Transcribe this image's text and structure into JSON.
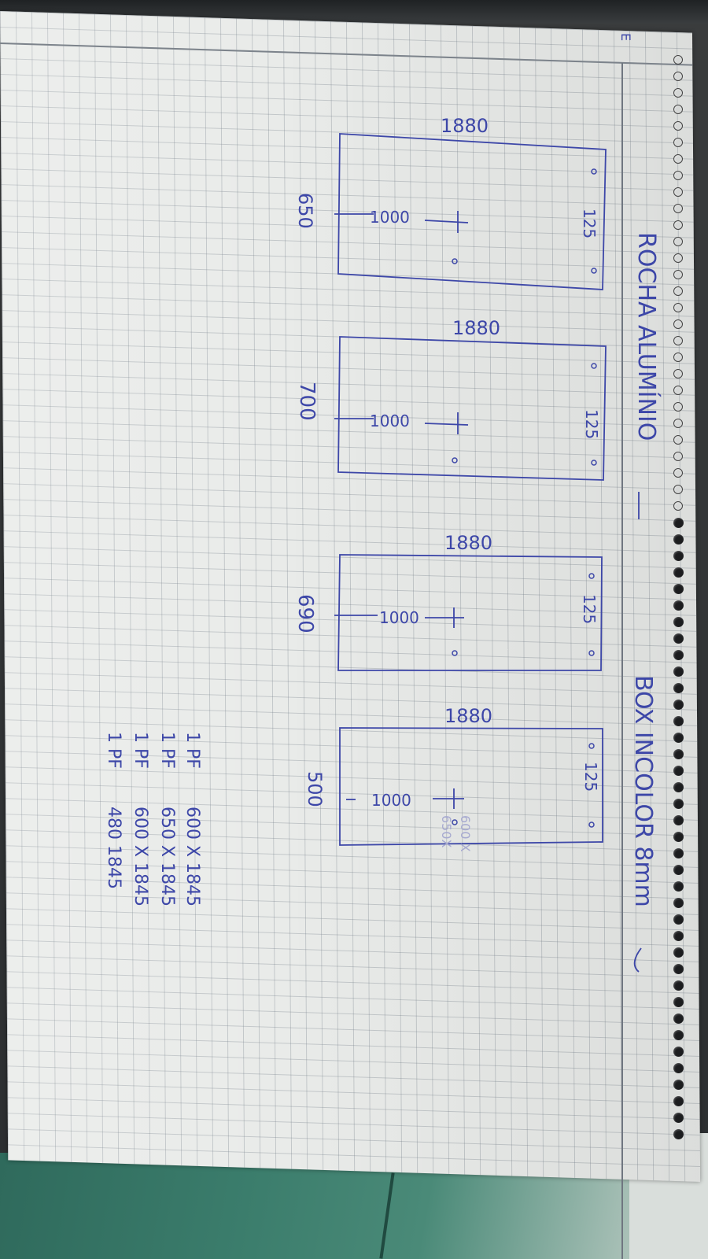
{
  "photo": {
    "subject": "graph-paper notebook page",
    "ink_color": "#3d47a8",
    "paper_color": "#e9ebe9"
  },
  "heading": {
    "left": "ROCHA ALUMÍNIO",
    "right": "BOX INCOLOR 8mm",
    "corner_mark": "E"
  },
  "panels": [
    {
      "width": "1880",
      "height": "650",
      "mid": "1000",
      "edge": "125"
    },
    {
      "width": "1880",
      "height": "700",
      "mid": "1000",
      "edge": "125"
    },
    {
      "width": "1880",
      "height": "690",
      "mid": "1000",
      "edge": "125"
    },
    {
      "width": "1880",
      "height": "500",
      "mid": "1000",
      "edge": "125"
    }
  ],
  "faded_note": [
    "600 X",
    "650X"
  ],
  "list": [
    {
      "qty": "1 PF",
      "size": "600 X 1845"
    },
    {
      "qty": "1 PF",
      "size": "650 X 1845"
    },
    {
      "qty": "1 PF",
      "size": "600 X 1845"
    },
    {
      "qty": "1 PF",
      "size": "480 1845"
    }
  ]
}
